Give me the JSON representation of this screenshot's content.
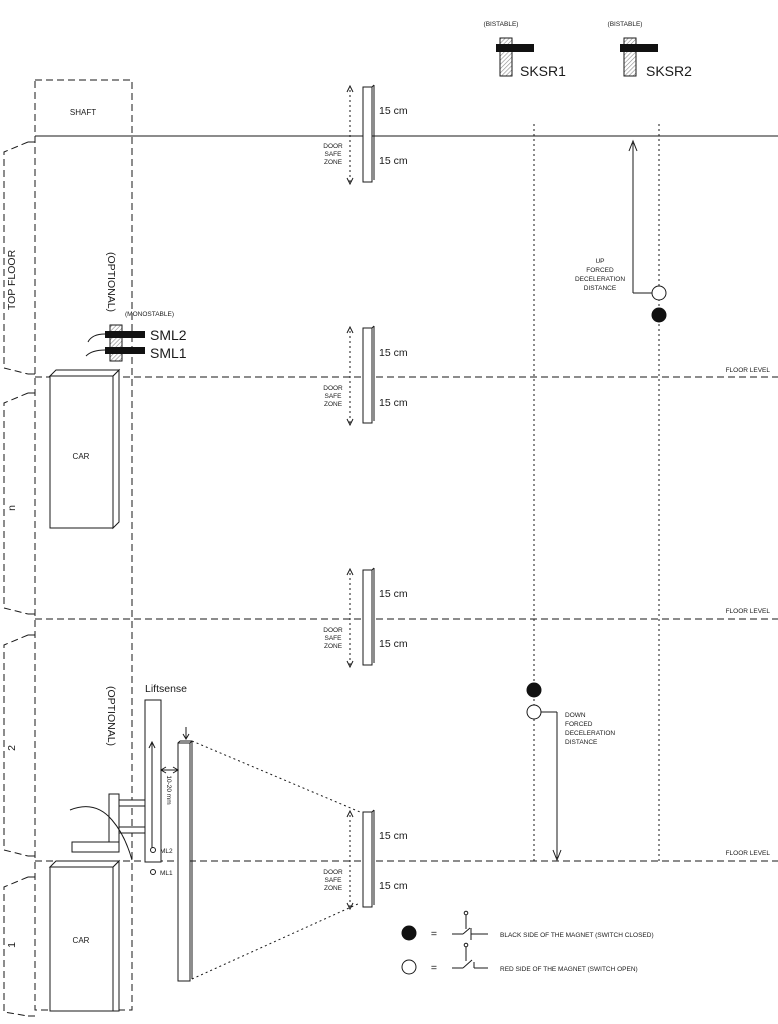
{
  "labels": {
    "shaft": "SHAFT",
    "top_floor": "TOP FLOOR",
    "floor_n": "n",
    "floor_2": "2",
    "floor_1": "1",
    "optional": "(OPTIONAL)",
    "car": "CAR",
    "floor_level": "FLOOR LEVEL",
    "monostable": "(MONOSTABLE)",
    "bistable": "(BISTABLE)",
    "sml2": "SML2",
    "sml1": "SML1",
    "sksr1": "SKSR1",
    "sksr2": "SKSR2",
    "liftsense": "Liftsense",
    "ml2": "ML2",
    "ml1": "ML1",
    "gap": "10-20 mm",
    "cm15": "15 cm",
    "door_safe_zone": [
      "DOOR",
      "SAFE",
      "ZONE"
    ],
    "up_forced": [
      "UP",
      "FORCED",
      "DECELERATION",
      "DISTANCE"
    ],
    "down_forced": [
      "DOWN",
      "FORCED",
      "DECELERATION",
      "DISTANCE"
    ],
    "equals": "="
  },
  "legend": [
    {
      "symbol": "black-circle",
      "text": "BLACK SIDE OF THE MAGNET (SWITCH CLOSED)"
    },
    {
      "symbol": "white-circle",
      "text": "RED SIDE OF THE MAGNET (SWITCH OPEN)"
    }
  ],
  "colors": {
    "ink": "#1a1a1a",
    "hatch": "#888888"
  }
}
